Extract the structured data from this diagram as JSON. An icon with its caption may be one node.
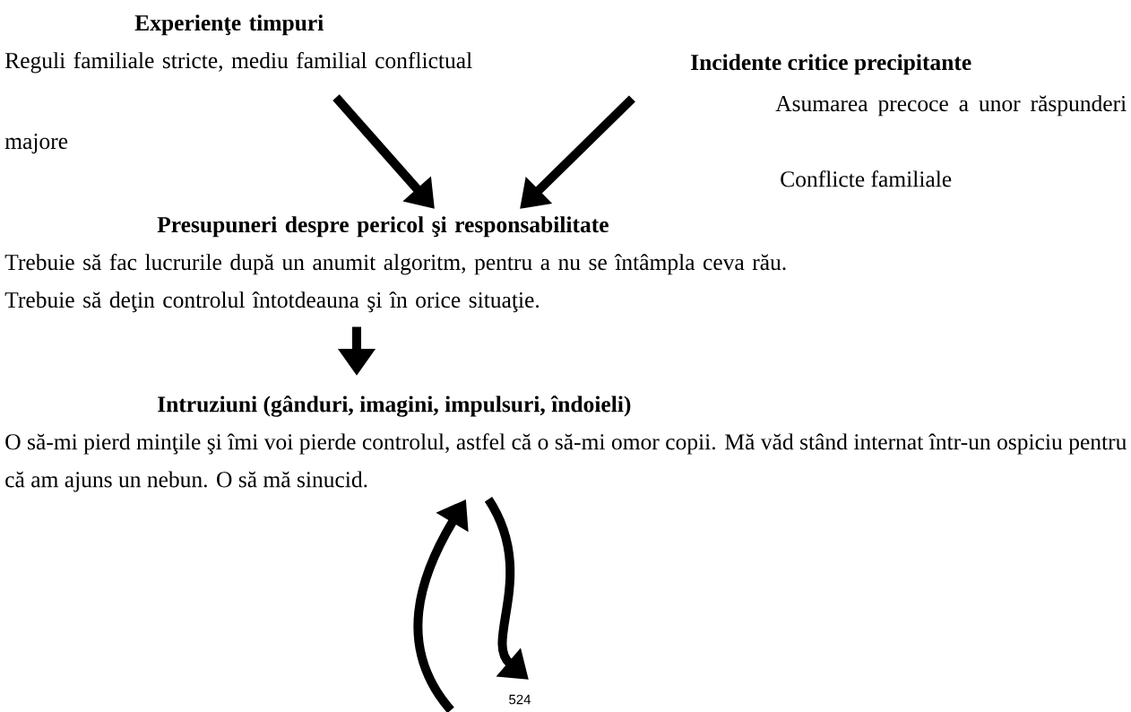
{
  "diagram": {
    "nodes": [
      {
        "text": [
          "Experienţe timpuri",
          "Reguli familiale stricte, mediu familial conflictual"
        ]
      },
      {
        "text": [
          "Incidente critice precipitante",
          "Asumarea precoce a unor răspunderi majore",
          "Conflicte familiale"
        ]
      },
      {
        "text": [
          "Presupuneri despre pericol şi responsabilitate",
          "Trebuie să fac lucrurile după un anumit algoritm, pentru a nu se întâmpla ceva rău.",
          "Trebuie să deţin controlul întotdeauna şi în orice situaţie."
        ]
      },
      {
        "text": [
          "Intruziuni (gânduri, imagini, impulsuri, îndoieli)",
          "O să-mi pierd minţile şi îmi voi pierde controlul, astfel că o să-mi omor copii. Mă văd stând internat într-un ospiciu pentru că am ajuns un nebun. O să mă sinucid."
        ]
      }
    ],
    "edges": [
      {
        "from": 0,
        "to": 2,
        "arrow": "to"
      },
      {
        "from": 1,
        "to": 2,
        "arrow": "to"
      },
      {
        "from": 2,
        "to": 3,
        "arrow": "to"
      },
      {
        "from": null,
        "to": 3,
        "arrow": "to"
      },
      {
        "from": 3,
        "to": null,
        "arrow": "to"
      }
    ],
    "labels": [
      "524"
    ]
  }
}
